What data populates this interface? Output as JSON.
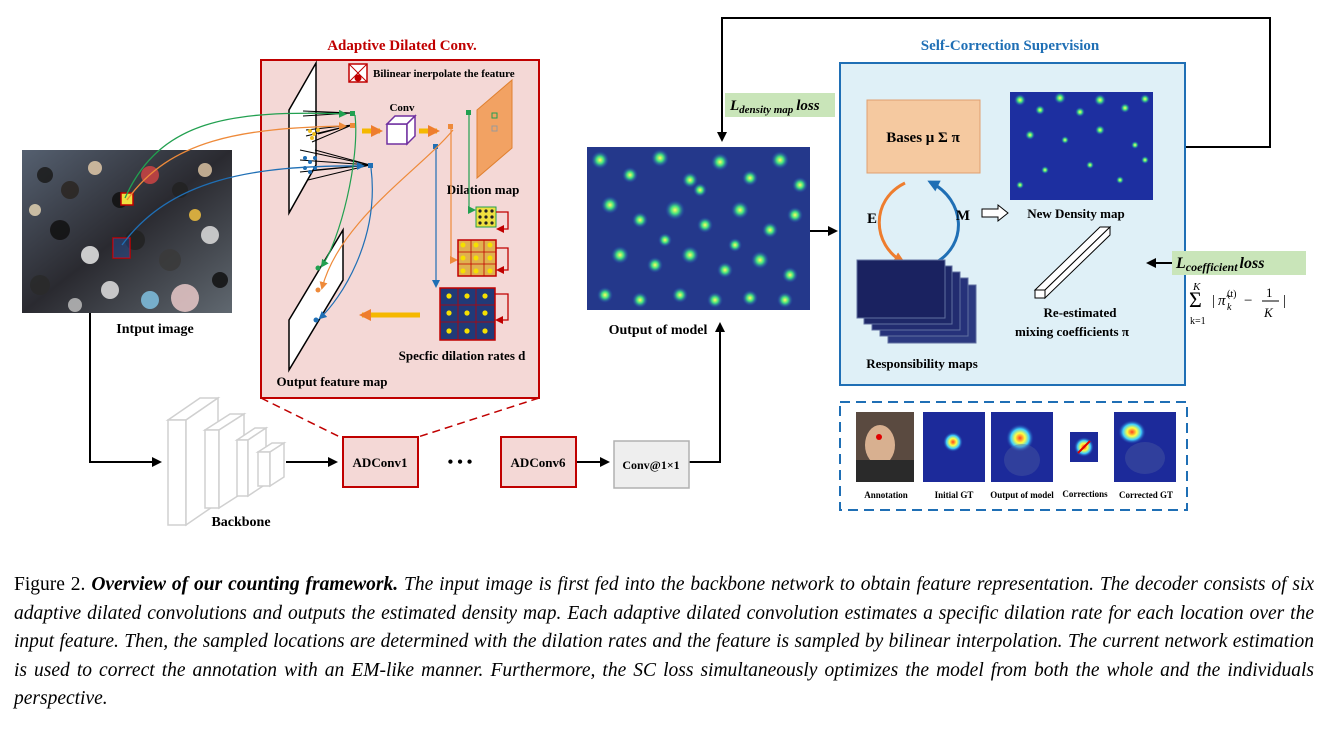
{
  "figure": {
    "adaptive_title": "Adaptive Dilated Conv.",
    "bilinear_label": "Bilinear inerpolate the feature",
    "conv_label": "Conv",
    "dilation_map_label": "Dilation map",
    "specific_rates_label": "Specfic dilation rates d",
    "output_feature_label": "Output feature map",
    "input_image_label": "Intput image",
    "backbone_label": "Backbone",
    "adconv1_label": "ADConv1",
    "dots_label": "• • •",
    "adconv6_label": "ADConv6",
    "conv1x1_label": "Conv@1×1",
    "output_model_label": "Output of model",
    "density_loss_label": "L_density map loss",
    "density_loss_main": "L",
    "density_loss_sub": "density map",
    "density_loss_suffix": "loss",
    "self_correction_title": "Self-Correction Supervision",
    "bases_label": "Bases μ Σ π",
    "e_label": "E",
    "m_label": "M",
    "new_density_label": "New Density map",
    "responsibility_label": "Responsibility maps",
    "reestimated_label_1": "Re-estimated",
    "reestimated_label_2": "mixing coefficients π",
    "coef_loss_main": "L",
    "coef_loss_sub": "coefficient",
    "coef_loss_suffix": "loss",
    "formula": "Σ_{k=1}^{K} |π̃_k^(t) − 1/K|",
    "bottom_labels": [
      "Annotation",
      "Initial GT",
      "Output of model",
      "Corrections",
      "Corrected GT"
    ]
  },
  "caption": {
    "lead": "Figure 2.",
    "title": "Overview of our counting framework.",
    "text": "The input image is first fed into the backbone network to obtain feature representation. The decoder consists of six adaptive dilated convolutions and outputs the estimated density map. Each adaptive dilated convolution estimates a specific dilation rate for each location over the input feature. Then, the sampled locations are determined with the dilation rates and the feature is sampled by bilinear interpolation. The current network estimation is used to correct the annotation with an EM-like manner. Furthermore, the SC loss simultaneously optimizes the model from both the whole and the individuals perspective."
  },
  "colors": {
    "red": "#c00000",
    "blue": "#1f6fb5",
    "pink_fill": "#f4d8d6",
    "light_blue_fill": "#dff0f7",
    "green_label": "#c9e5b9",
    "orange": "#f2a263"
  }
}
